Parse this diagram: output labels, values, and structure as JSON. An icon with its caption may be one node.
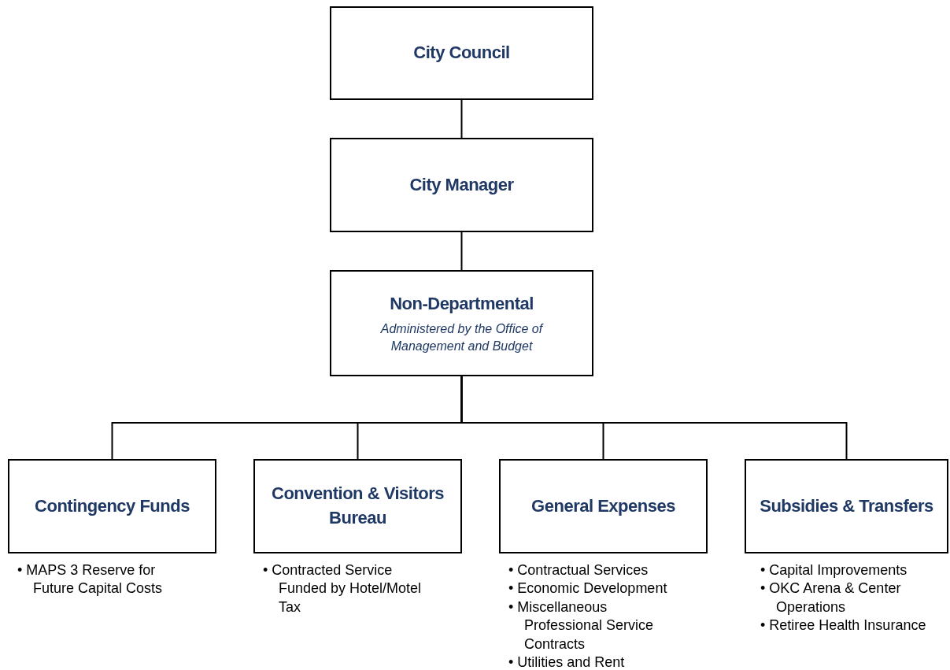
{
  "diagram": {
    "nodes": [
      {
        "text": [
          "City Council"
        ]
      },
      {
        "text": [
          "City Manager"
        ]
      },
      {
        "text": [
          "Non-Departmental",
          "Administered by the Office of Management and Budget"
        ]
      },
      {
        "text": [
          "Contingency Funds"
        ],
        "beside": [
          "• MAPS 3 Reserve for Future Capital Costs"
        ]
      },
      {
        "text": [
          "Convention & Visitors Bureau"
        ],
        "beside": [
          "• Contracted Service Funded by Hotel/Motel Tax"
        ]
      },
      {
        "text": [
          "General Expenses"
        ],
        "beside": [
          "• Contractual Services",
          "• Economic Development",
          "• Miscellaneous Professional Service Contracts",
          "• Utilities and Rent"
        ]
      },
      {
        "text": [
          "Subsidies & Transfers"
        ],
        "beside": [
          "• Capital Improvements",
          "• OKC Arena & Center Operations",
          "• Retiree Health Insurance"
        ]
      }
    ],
    "edges": [
      {
        "from": 0,
        "to": 1,
        "arrow": "none"
      },
      {
        "from": 1,
        "to": 2,
        "arrow": "none"
      },
      {
        "from": 2,
        "to": 3,
        "arrow": "none"
      },
      {
        "from": 2,
        "to": 4,
        "arrow": "none"
      },
      {
        "from": 2,
        "to": 5,
        "arrow": "none"
      },
      {
        "from": 2,
        "to": 6,
        "arrow": "none"
      }
    ]
  }
}
